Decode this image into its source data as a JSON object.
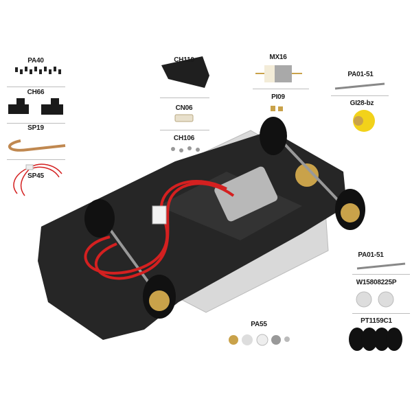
{
  "parts": {
    "pa40": "PA40",
    "ch66": "CH66",
    "sp19": "SP19",
    "sp45": "SP45",
    "ch110": "CH110",
    "cn06": "CN06",
    "ch106": "CH106",
    "mx16": "MX16",
    "pi09": "PI09",
    "pa01_51_top": "PA01-51",
    "gi28_bz": "GI28-bz",
    "pa01_51_bottom": "PA01-51",
    "w15808225p": "W15808225P",
    "pt1159c1": "PT1159C1",
    "pa55": "PA55"
  },
  "colors": {
    "chassis": "#1e1e1e",
    "plate": "#d9d9d9",
    "wire": "#d42020",
    "brass": "#c9a24a",
    "gear": "#f2d21a"
  }
}
